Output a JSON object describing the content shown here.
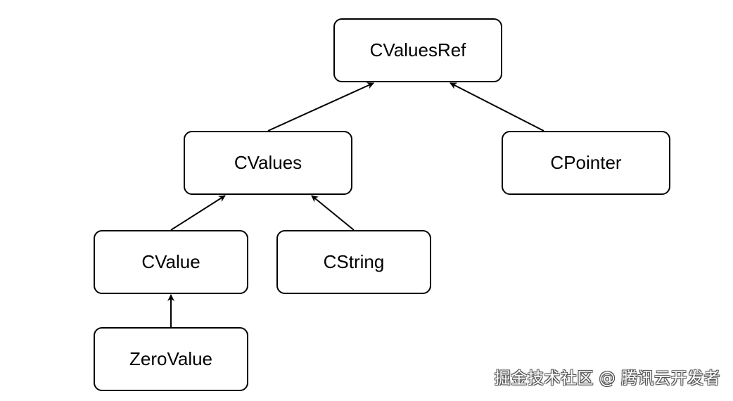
{
  "diagram": {
    "nodes": [
      {
        "id": "cvaluesref",
        "label": "CValuesRef"
      },
      {
        "id": "cvalues",
        "label": "CValues"
      },
      {
        "id": "cpointer",
        "label": "CPointer"
      },
      {
        "id": "cvalue",
        "label": "CValue"
      },
      {
        "id": "cstring",
        "label": "CString"
      },
      {
        "id": "zerovalue",
        "label": "ZeroValue"
      }
    ],
    "edges": [
      {
        "from": "cvalues",
        "to": "cvaluesref"
      },
      {
        "from": "cpointer",
        "to": "cvaluesref"
      },
      {
        "from": "cvalue",
        "to": "cvalues"
      },
      {
        "from": "cstring",
        "to": "cvalues"
      },
      {
        "from": "zerovalue",
        "to": "cvalue"
      }
    ],
    "colors": {
      "stroke": "#000000",
      "fill": "#ffffff",
      "text": "#000000"
    }
  },
  "watermark": {
    "text": "掘金技术社区 @ 腾讯云开发者"
  }
}
